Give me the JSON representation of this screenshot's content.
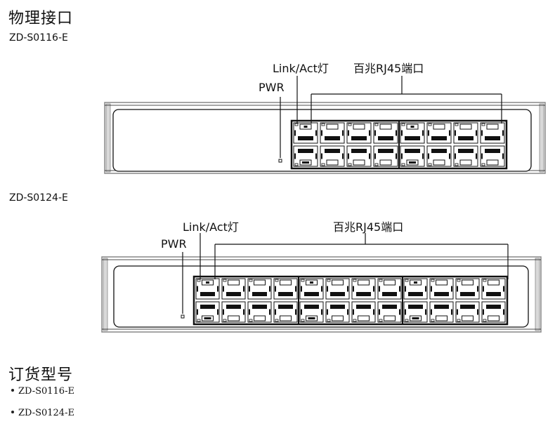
{
  "section_interface": {
    "title": "物理接口",
    "models": [
      {
        "name": "ZD-S0116-E",
        "port_count": 16,
        "port_groups": 2,
        "labels": {
          "pwr": "PWR",
          "link_act": "Link/Act灯",
          "rj45": "百兆RJ45端口"
        }
      },
      {
        "name": "ZD-S0124-E",
        "port_count": 24,
        "port_groups": 3,
        "labels": {
          "pwr": "PWR",
          "link_act": "Link/Act灯",
          "rj45": "百兆RJ45端口"
        }
      }
    ]
  },
  "section_order": {
    "title": "订货型号",
    "items": [
      "ZD-S0116-E",
      "ZD-S0124-E"
    ]
  },
  "colors": {
    "line": "#111111",
    "chassis_edge": "#888888",
    "chassis_fill": "#d9d9d9"
  }
}
